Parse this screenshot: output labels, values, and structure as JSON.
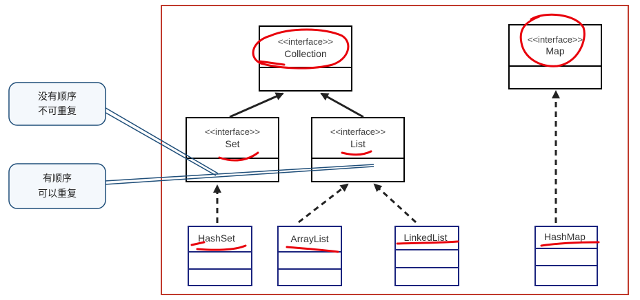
{
  "frame_color": "#c0392b",
  "annotation_color": "#e8000b",
  "callout_color": "#1f4e79",
  "interfaces": {
    "collection": {
      "stereotype": "<<interface>>",
      "name": "Collection"
    },
    "map": {
      "stereotype": "<<interface>>",
      "name": "Map"
    },
    "set": {
      "stereotype": "<<interface>>",
      "name": "Set"
    },
    "list": {
      "stereotype": "<<interface>>",
      "name": "List"
    }
  },
  "classes": {
    "hashset": {
      "name": "HashSet"
    },
    "arraylist": {
      "name": "ArrayList"
    },
    "linkedlist": {
      "name": "LinkedList"
    },
    "hashmap": {
      "name": "HashMap"
    }
  },
  "callouts": {
    "unordered": {
      "line1": "没有顺序",
      "line2": "不可重复"
    },
    "ordered": {
      "line1": "有顺序",
      "line2": "可以重复"
    }
  }
}
